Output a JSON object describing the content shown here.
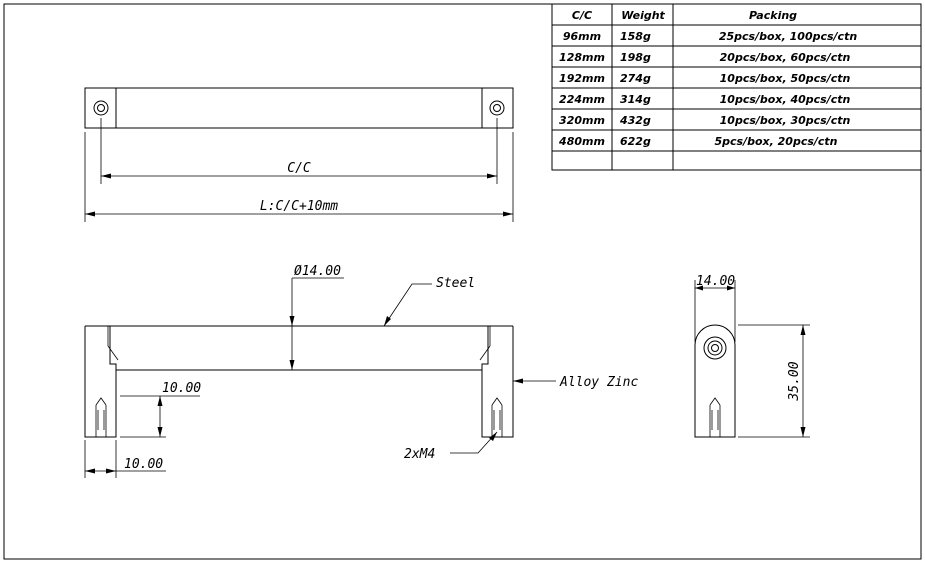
{
  "table": {
    "headers": [
      "C/C",
      "Weight",
      "Packing"
    ],
    "rows": [
      [
        "96mm",
        "158g",
        "25pcs/box, 100pcs/ctn"
      ],
      [
        "128mm",
        "198g",
        "20pcs/box, 60pcs/ctn"
      ],
      [
        "192mm",
        "274g",
        "10pcs/box, 50pcs/ctn"
      ],
      [
        "224mm",
        "314g",
        "10pcs/box, 40pcs/ctn"
      ],
      [
        "320mm",
        "432g",
        "10pcs/box, 30pcs/ctn"
      ],
      [
        "480mm",
        "622g",
        "5pcs/box, 20pcs/ctn"
      ],
      [
        "",
        "",
        ""
      ]
    ]
  },
  "dimensions": {
    "cc": "C/C",
    "length": "L:C/C+10mm",
    "diameter": "Ø14.00",
    "leg_height": "10.00",
    "leg_width": "10.00",
    "side_width": "14.00",
    "side_height": "35.00"
  },
  "callouts": {
    "material_bar": "Steel",
    "material_legs": "Alloy Zinc",
    "screws": "2xM4"
  }
}
